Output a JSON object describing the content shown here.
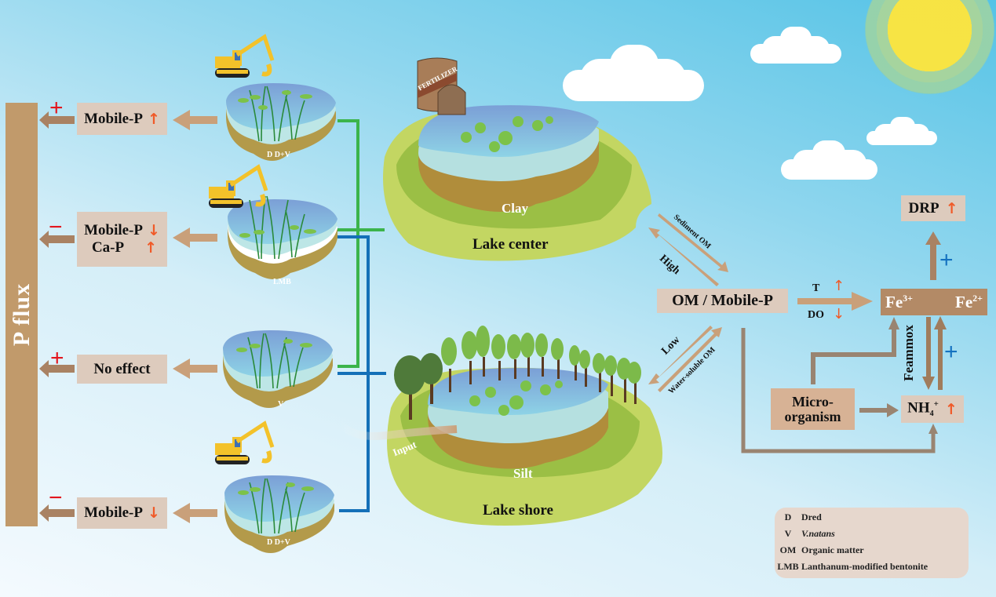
{
  "p_flux_label": "P flux",
  "treatments": [
    {
      "label": "D D+V",
      "outcome": [
        "Mobile-P"
      ],
      "outcome_dirs": [
        "up"
      ],
      "flux_sign": "+",
      "excavator": true,
      "lmb_layer": false
    },
    {
      "label": "LMB",
      "outcome": [
        "Mobile-P",
        "Ca-P"
      ],
      "outcome_dirs": [
        "down",
        "up"
      ],
      "flux_sign": "−",
      "excavator": true,
      "lmb_layer": true
    },
    {
      "label": "V",
      "outcome": [
        "No effect"
      ],
      "outcome_dirs": [],
      "flux_sign": "+",
      "excavator": false,
      "lmb_layer": false
    },
    {
      "label": "D D+V",
      "outcome": [
        "Mobile-P"
      ],
      "outcome_dirs": [
        "down"
      ],
      "flux_sign": "−",
      "excavator": true,
      "lmb_layer": false
    }
  ],
  "lakes": {
    "center": {
      "name": "Lake center",
      "sediment": "Clay",
      "fertilizer_label": "FERTILIZER"
    },
    "shore": {
      "name": "Lake shore",
      "sediment": "Silt",
      "input_label": "Input"
    }
  },
  "exchange": {
    "sediment_om": "Sediment OM",
    "high": "High",
    "low": "Low",
    "water_soluble_om": "Water-soluble OM"
  },
  "process": {
    "om_mobile_p": "OM / Mobile-P",
    "t_label": "T",
    "t_dir": "up",
    "do_label": "DO",
    "do_dir": "down",
    "fe3": "Fe",
    "fe3_sup": "3+",
    "fe2": "Fe",
    "fe2_sup": "2+",
    "drp": "DRP",
    "drp_dir": "up",
    "drp_sign": "+",
    "feammox": "Feammox",
    "feammox_sign": "+",
    "microorganism": "Micro-\norganism",
    "nh4": "NH",
    "nh4_sub": "4",
    "nh4_sup": "+",
    "nh4_dir": "up"
  },
  "legend": [
    {
      "key": "D",
      "value": "Dred"
    },
    {
      "key": "V",
      "value": "V.natans"
    },
    {
      "key": "OM",
      "value": "Organic matter"
    },
    {
      "key": "LMB",
      "value": "Lanthanum-modified bentonite"
    }
  ],
  "colors": {
    "flux_bar": "#c19a6b",
    "arrow_brown": "#c9a07a",
    "arrow_dark": "#a07c5c",
    "green_bracket": "#3cb44b",
    "blue_bracket": "#1470b8",
    "up_arrow": "#f05a28",
    "sign_red": "#e3161e",
    "sign_blue": "#1472c0"
  }
}
